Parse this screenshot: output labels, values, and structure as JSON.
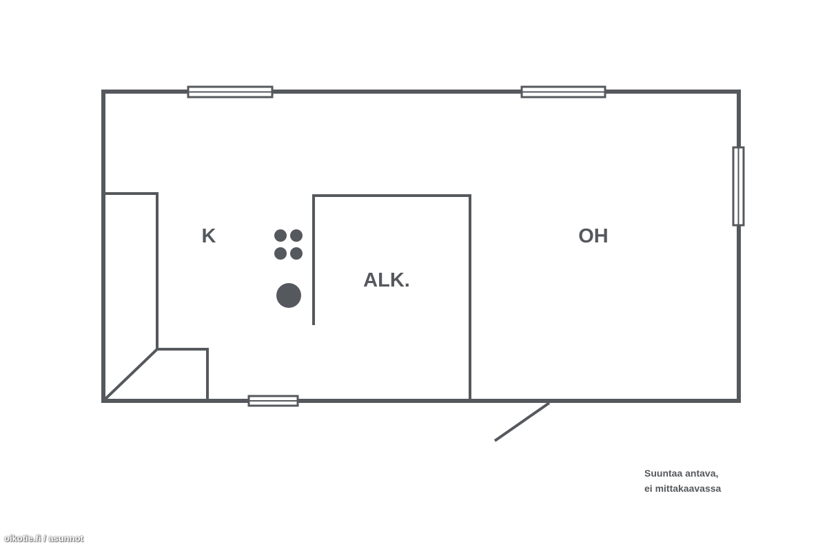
{
  "floorplan": {
    "rooms": {
      "kitchen": "K",
      "alcove": "ALK.",
      "living_room": "OH"
    },
    "note": {
      "line1": "Suuntaa antava,",
      "line2": "ei mittakaavassa"
    },
    "watermark": "oikotie.fi / asunnot",
    "colors": {
      "wall": "#55585c",
      "background": "#ffffff"
    }
  }
}
